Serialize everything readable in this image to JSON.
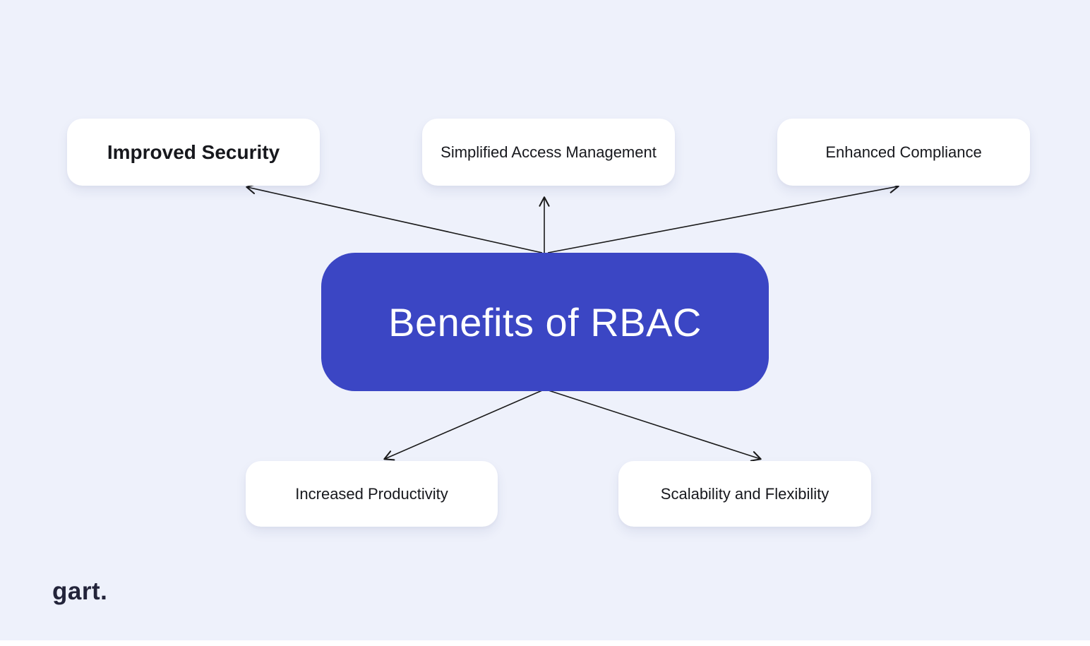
{
  "diagram": {
    "title": "Benefits of RBAC",
    "background_color": "#eef1fb",
    "center": {
      "label": "Benefits of RBAC",
      "fill_color": "#3b46c4",
      "text_color": "#ffffff"
    },
    "nodes": [
      {
        "id": "improved-security",
        "label": "Improved Security",
        "position": "top-left"
      },
      {
        "id": "simplified-access-management",
        "label": "Simplified Access Management",
        "position": "top-center"
      },
      {
        "id": "enhanced-compliance",
        "label": "Enhanced Compliance",
        "position": "top-right"
      },
      {
        "id": "increased-productivity",
        "label": "Increased Productivity",
        "position": "bottom-left"
      },
      {
        "id": "scalability-and-flexibility",
        "label": "Scalability and Flexibility",
        "position": "bottom-right"
      }
    ],
    "arrow_color": "#1a1a1a"
  },
  "logo": {
    "text": "gart."
  }
}
